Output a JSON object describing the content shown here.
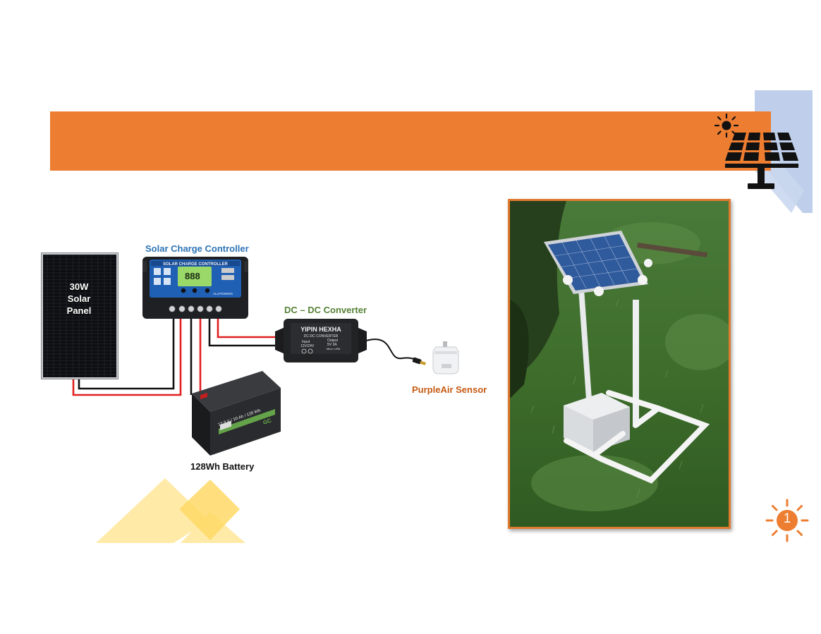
{
  "slide": {
    "page_number": "1"
  },
  "diagram": {
    "solar_panel": {
      "label_lines": [
        "30W",
        "Solar",
        "Panel"
      ]
    },
    "charge_controller": {
      "label": "Solar Charge Controller",
      "device_text": "SOLAR CHARGE CONTROLLER",
      "display": "888",
      "brand": "ALLPOWERS"
    },
    "dc_converter": {
      "label": "DC – DC Converter",
      "brand": "YIPIN HEXHA",
      "subtitle": "DC-DC CONVERTER",
      "input": "Input",
      "input_v": "12V/24V",
      "output": "Output",
      "output_v": "5V 3A",
      "output_type": "Micro USB"
    },
    "sensor": {
      "label": "PurpleAir Sensor"
    },
    "battery": {
      "label": "128Wh Battery",
      "spec": "12.8 V / 10 Ah / 128 Wh",
      "brand": "GC"
    }
  },
  "colors": {
    "accent": "#ED7D31",
    "wire_red": "#E02020",
    "wire_black": "#111111",
    "deco_blue": "#B4C7E7",
    "deco_yellow": "#FFD966",
    "photo_border": "#E07A2E"
  },
  "icons": [
    "sun-icon",
    "solar-panel-icon",
    "sun-page-badge-icon"
  ]
}
